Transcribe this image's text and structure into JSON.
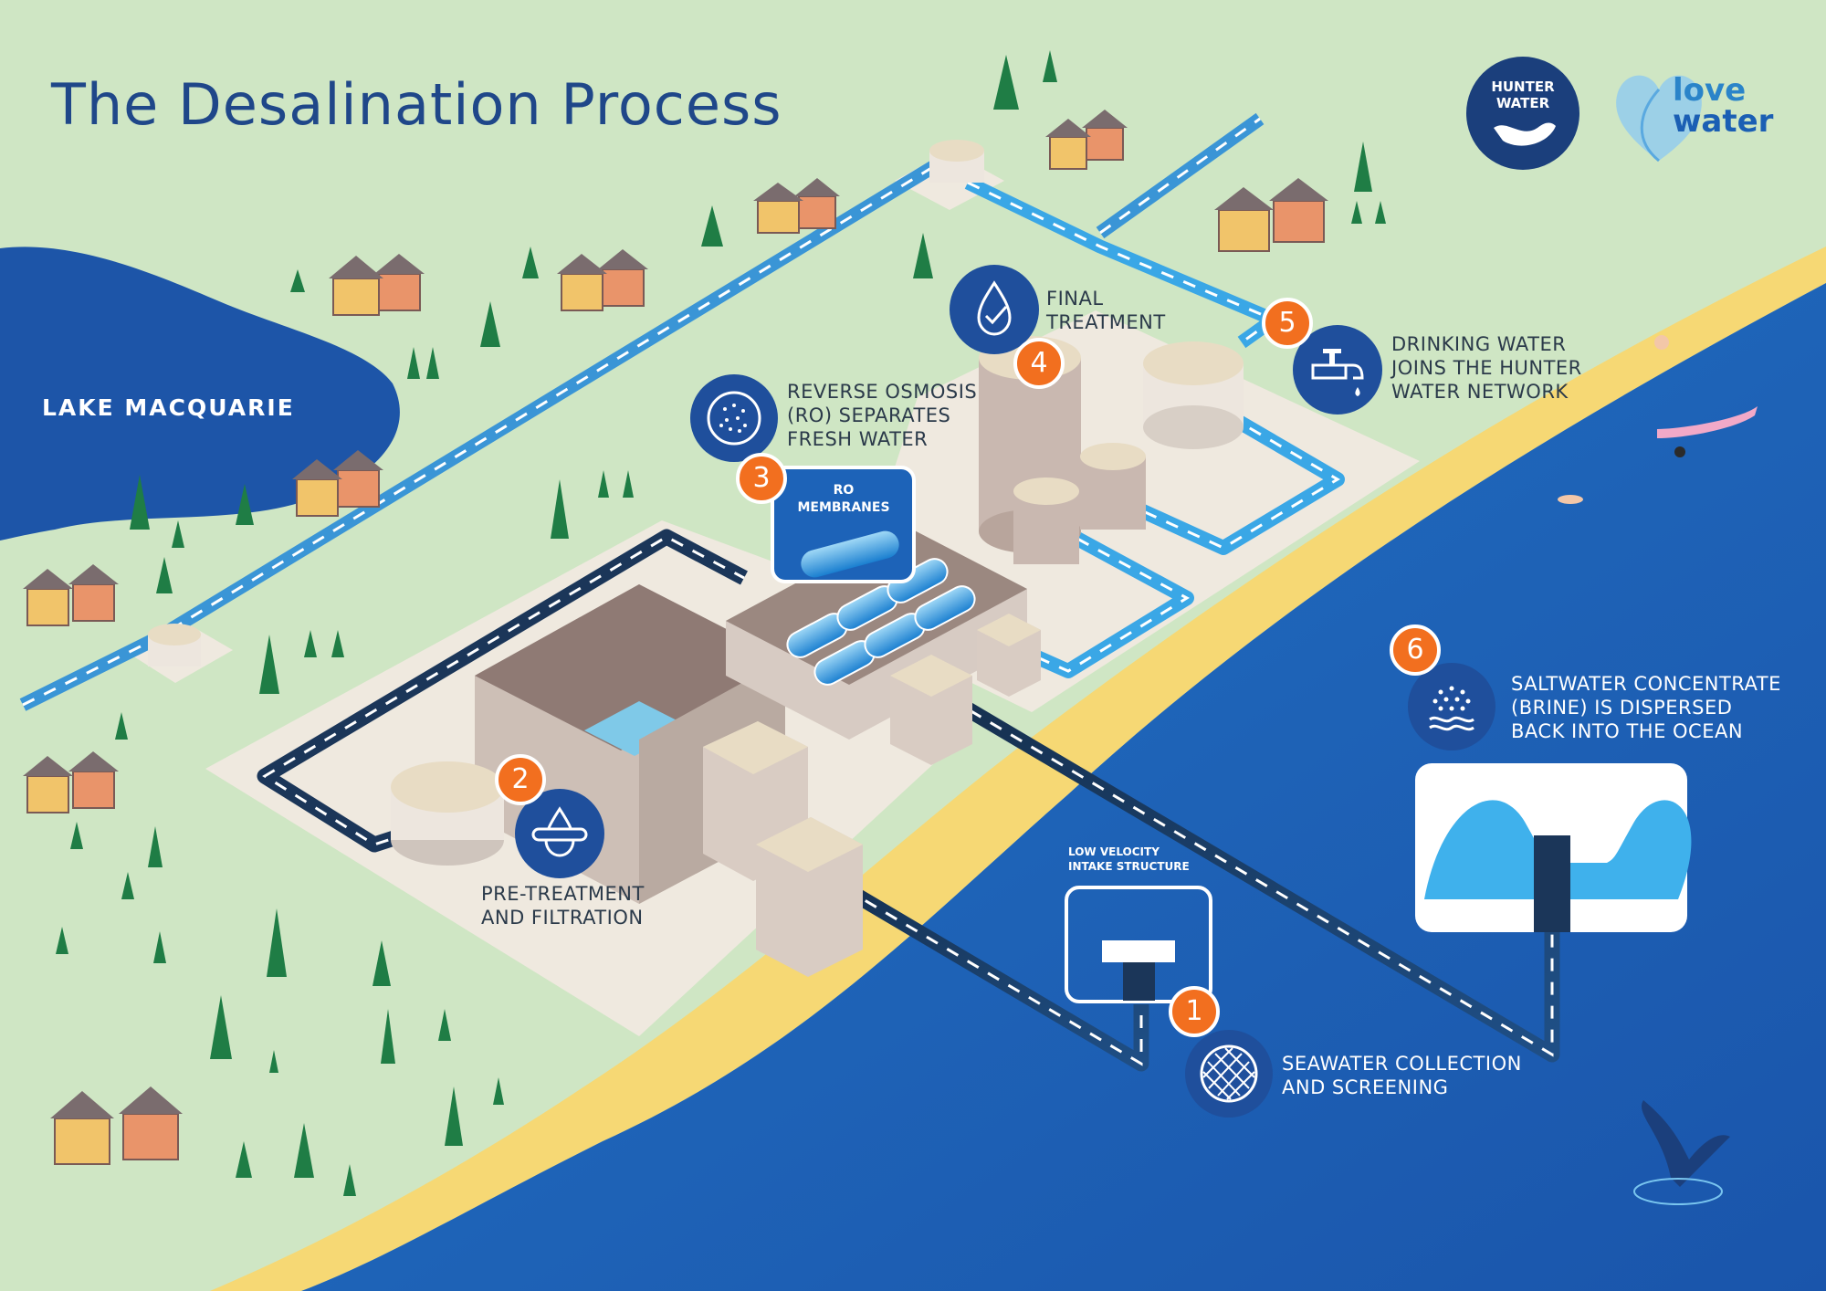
{
  "title": "The Desalination Process",
  "lake_label": "LAKE MACQUARIE",
  "steps": [
    {
      "number": "1",
      "text": "SEAWATER COLLECTION\nAND SCREENING",
      "icon": "screen-mesh-icon"
    },
    {
      "number": "2",
      "text": "PRE-TREATMENT\nAND FILTRATION",
      "icon": "water-drop-filter-icon"
    },
    {
      "number": "3",
      "text": "REVERSE OSMOSIS\n(RO) SEPARATES\nFRESH WATER",
      "icon": "membrane-dots-icon"
    },
    {
      "number": "4",
      "text": "FINAL\nTREATMENT",
      "icon": "drop-check-icon"
    },
    {
      "number": "5",
      "text": "DRINKING WATER\nJOINS THE HUNTER\nWATER NETWORK",
      "icon": "tap-icon"
    },
    {
      "number": "6",
      "text": "SALTWATER CONCENTRATE\n(BRINE) IS DISPERSED\nBACK INTO THE OCEAN",
      "icon": "brine-dispersal-icon"
    }
  ],
  "intake_label": "LOW VELOCITY\nINTAKE STRUCTURE",
  "ro_label": "RO\nMEMBRANES",
  "logos": {
    "hunter_water": "HUNTER\nWATER",
    "love_water_1": "love",
    "love_water_2": "water"
  },
  "colors": {
    "land": "#cfe6c4",
    "lake": "#1d55a8",
    "ocean": "#1f6dbd",
    "sand": "#f6d874",
    "badge": "#f26f1f",
    "pipe_dark": "#1b3659",
    "pipe_light": "#3aa0dc",
    "title": "#1f4789"
  }
}
